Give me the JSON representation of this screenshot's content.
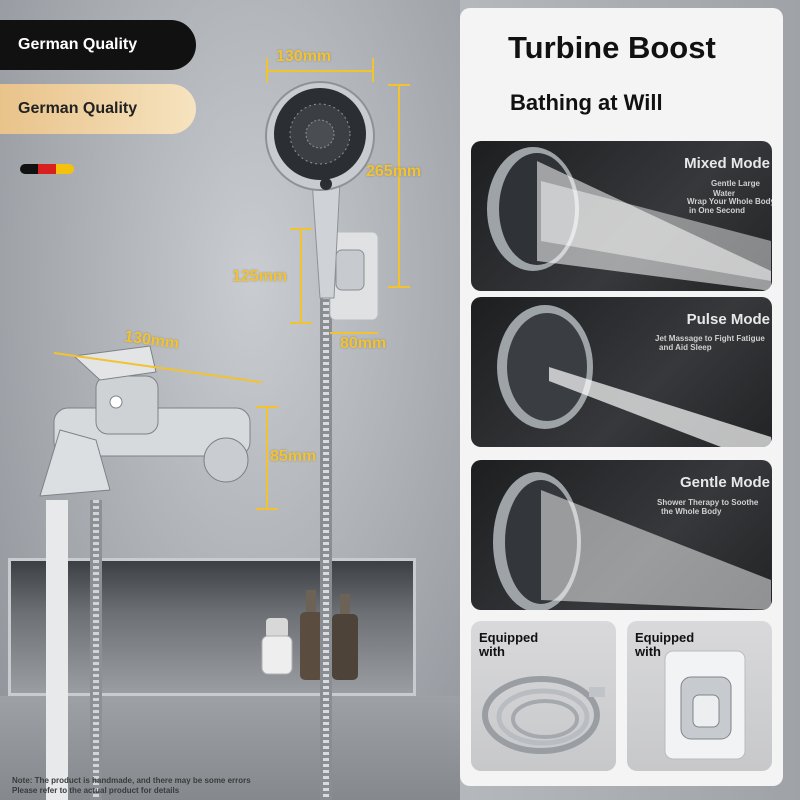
{
  "badges": {
    "primary": "German Quality",
    "secondary": "German Quality"
  },
  "flag_colors": [
    "#111111",
    "#d8201f",
    "#f4c20d"
  ],
  "dimensions": {
    "head_width": "130mm",
    "head_length": "265mm",
    "holder_height": "125mm",
    "holder_width": "80mm",
    "faucet_width": "130mm",
    "faucet_height": "85mm"
  },
  "accent_color": "#f2c230",
  "panel": {
    "title": "Turbine Boost",
    "subtitle": "Bathing at Will",
    "modes": [
      {
        "name": "Mixed Mode",
        "desc_lines": [
          "Gentle Large",
          "Water",
          "Wrap Your Whole Body",
          "in One Second"
        ]
      },
      {
        "name": "Pulse Mode",
        "desc_lines": [
          "Jet Massage to Fight Fatigue",
          "and Aid Sleep"
        ]
      },
      {
        "name": "Gentle Mode",
        "desc_lines": [
          "Shower Therapy to Soothe",
          "the Whole Body"
        ]
      }
    ],
    "accessories": [
      {
        "label_lines": [
          "Equipped",
          "with"
        ]
      },
      {
        "label_lines": [
          "Equipped",
          "with"
        ]
      }
    ]
  },
  "note_lines": [
    "Note: The product is handmade, and there may be some errors",
    "Please refer to the actual product for details"
  ]
}
